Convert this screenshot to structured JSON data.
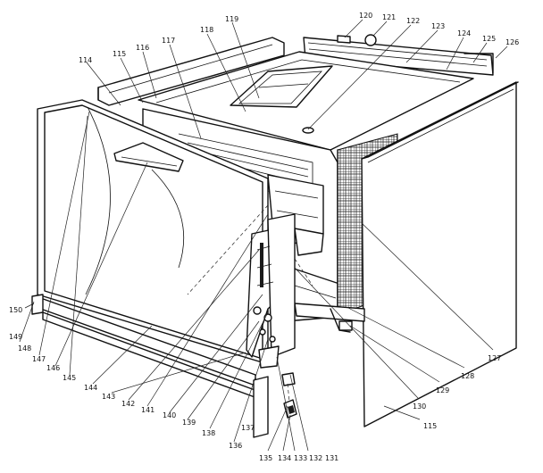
{
  "part_labels": [
    {
      "id": "114",
      "text": "114"
    },
    {
      "id": "115",
      "text": "115"
    },
    {
      "id": "116",
      "text": "116"
    },
    {
      "id": "117",
      "text": "117"
    },
    {
      "id": "118",
      "text": "118"
    },
    {
      "id": "119",
      "text": "119"
    },
    {
      "id": "120",
      "text": "120"
    },
    {
      "id": "121",
      "text": "121"
    },
    {
      "id": "122",
      "text": "122"
    },
    {
      "id": "123",
      "text": "123"
    },
    {
      "id": "124",
      "text": "124"
    },
    {
      "id": "125",
      "text": "125"
    },
    {
      "id": "126",
      "text": "126"
    },
    {
      "id": "127",
      "text": "127"
    },
    {
      "id": "128",
      "text": "128"
    },
    {
      "id": "129",
      "text": "129"
    },
    {
      "id": "130",
      "text": "130"
    },
    {
      "id": "115b",
      "text": "115"
    },
    {
      "id": "131",
      "text": "131"
    },
    {
      "id": "132",
      "text": "132"
    },
    {
      "id": "133",
      "text": "133"
    },
    {
      "id": "134",
      "text": "134"
    },
    {
      "id": "135",
      "text": "135"
    },
    {
      "id": "136",
      "text": "136"
    },
    {
      "id": "138",
      "text": "138"
    },
    {
      "id": "139",
      "text": "139"
    },
    {
      "id": "140",
      "text": "140"
    },
    {
      "id": "141",
      "text": "141"
    },
    {
      "id": "142",
      "text": "142"
    },
    {
      "id": "143",
      "text": "143"
    },
    {
      "id": "144",
      "text": "144"
    },
    {
      "id": "145",
      "text": "145"
    },
    {
      "id": "146",
      "text": "146"
    },
    {
      "id": "147",
      "text": "147"
    },
    {
      "id": "148",
      "text": "148"
    },
    {
      "id": "149",
      "text": "149"
    },
    {
      "id": "150",
      "text": "150"
    },
    {
      "id": "137",
      "text": "137"
    }
  ]
}
